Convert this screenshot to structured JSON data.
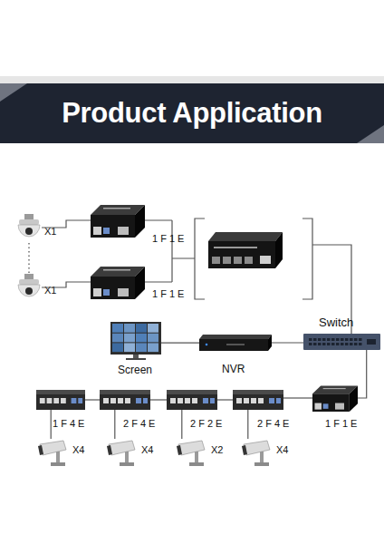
{
  "diagram": {
    "title": "Product Application",
    "nodes": [
      {
        "text": [
          "X1"
        ]
      },
      {
        "text": [
          "1 F 1 E"
        ]
      },
      {
        "text": [
          "X1"
        ]
      },
      {
        "text": [
          "1 F 1 E"
        ]
      },
      {
        "text": [
          "Switch"
        ]
      },
      {
        "text": [
          "Screen"
        ]
      },
      {
        "text": [
          "NVR"
        ]
      },
      {
        "text": [
          "1 F 4 E"
        ]
      },
      {
        "text": [
          "2 F 4 E"
        ]
      },
      {
        "text": [
          "2 F 2 E"
        ]
      },
      {
        "text": [
          "2 F 4 E"
        ]
      },
      {
        "text": [
          "1 F 1 E"
        ]
      },
      {
        "text": [
          "X4"
        ]
      },
      {
        "text": [
          "X4"
        ]
      },
      {
        "text": [
          "X2"
        ]
      },
      {
        "text": [
          "X4"
        ]
      }
    ],
    "edges": [
      {
        "from": 0,
        "to": 1,
        "arrow": "none"
      },
      {
        "from": 2,
        "to": 3,
        "arrow": "none"
      },
      {
        "from": 5,
        "to": 6,
        "arrow": "none"
      },
      {
        "from": 6,
        "to": 4,
        "arrow": "none"
      },
      {
        "from": 4,
        "to": 11,
        "arrow": "none"
      },
      {
        "from": 11,
        "to": 10,
        "arrow": "none"
      },
      {
        "from": 10,
        "to": 9,
        "arrow": "none"
      },
      {
        "from": 9,
        "to": 8,
        "arrow": "none"
      },
      {
        "from": 8,
        "to": 7,
        "arrow": "none"
      },
      {
        "from": 7,
        "to": 12,
        "arrow": "none"
      },
      {
        "from": 8,
        "to": 13,
        "arrow": "none"
      },
      {
        "from": 9,
        "to": 14,
        "arrow": "none"
      },
      {
        "from": 10,
        "to": 15,
        "arrow": "none"
      }
    ]
  }
}
